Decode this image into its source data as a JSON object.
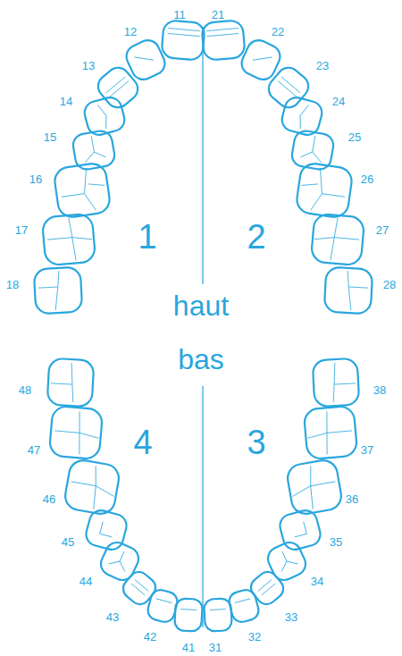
{
  "diagram": {
    "labels": [
      "11",
      "12",
      "13",
      "14",
      "15",
      "16",
      "17",
      "18",
      "21",
      "22",
      "23",
      "24",
      "25",
      "26",
      "27",
      "28",
      "1",
      "2",
      "haut",
      "bas",
      "4",
      "3",
      "48",
      "47",
      "46",
      "45",
      "44",
      "43",
      "42",
      "41",
      "38",
      "37",
      "36",
      "35",
      "34",
      "33",
      "32",
      "31"
    ]
  }
}
